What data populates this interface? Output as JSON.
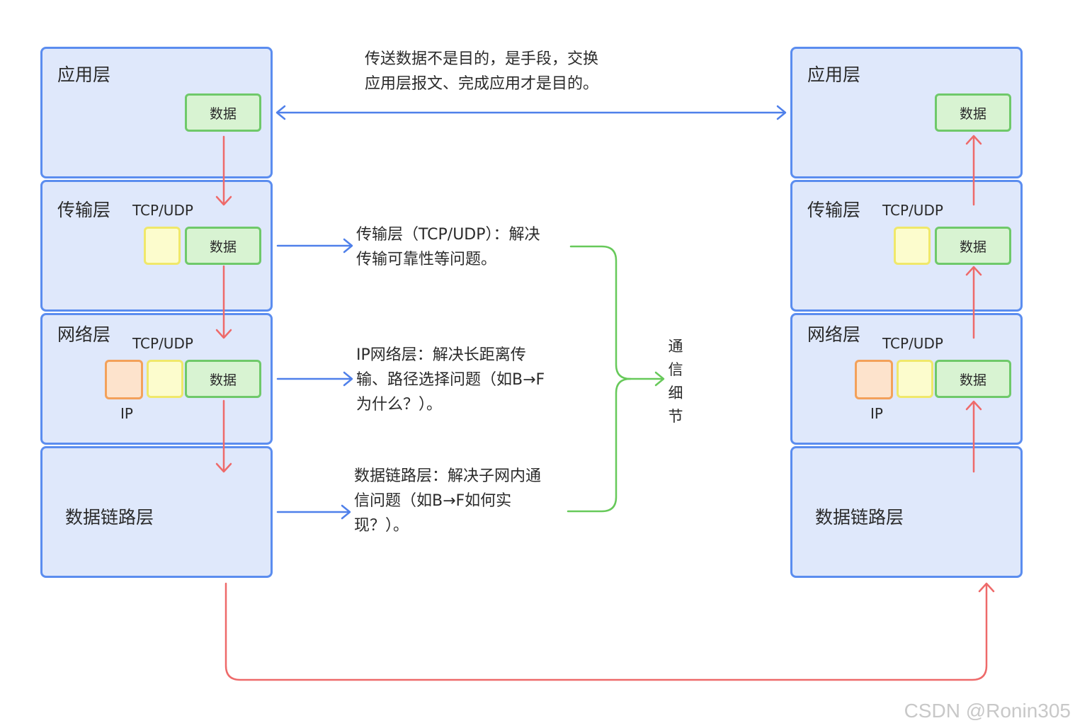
{
  "left_stack": {
    "application": {
      "title": "应用层",
      "data": "数据"
    },
    "transport": {
      "title": "传输层",
      "protocol": "TCP/UDP",
      "data": "数据"
    },
    "network": {
      "title": "网络层",
      "protocol": "TCP/UDP",
      "ip": "IP",
      "data": "数据"
    },
    "datalink": {
      "title": "数据链路层"
    }
  },
  "right_stack": {
    "application": {
      "title": "应用层",
      "data": "数据"
    },
    "transport": {
      "title": "传输层",
      "protocol": "TCP/UDP",
      "data": "数据"
    },
    "network": {
      "title": "网络层",
      "protocol": "TCP/UDP",
      "ip": "IP",
      "data": "数据"
    },
    "datalink": {
      "title": "数据链路层"
    }
  },
  "notes": {
    "application": "传送数据不是目的，是手段，交换\n应用层报文、完成应用才是目的。",
    "transport": "传输层（TCP/UDP）：解决\n传输可靠性等问题。",
    "network": "IP网络层：解决长距离传\n输、路径选择问题（如B→F\n为什么？）。",
    "datalink": "数据链路层：解决子网内通\n信问题（如B→F如何实\n现？）。"
  },
  "brace_label": "通\n信\n细\n节",
  "watermark": "CSDN @Ronin305",
  "colors": {
    "layer_border": "#5b8def",
    "layer_fill": "#dfe8fb",
    "data_border": "#6fc96a",
    "tcp_border": "#f0e86a",
    "ip_border": "#f3a15a",
    "red_arrow": "#ee6a6a",
    "blue_arrow": "#4f80ea",
    "green_brace": "#67c95a"
  }
}
